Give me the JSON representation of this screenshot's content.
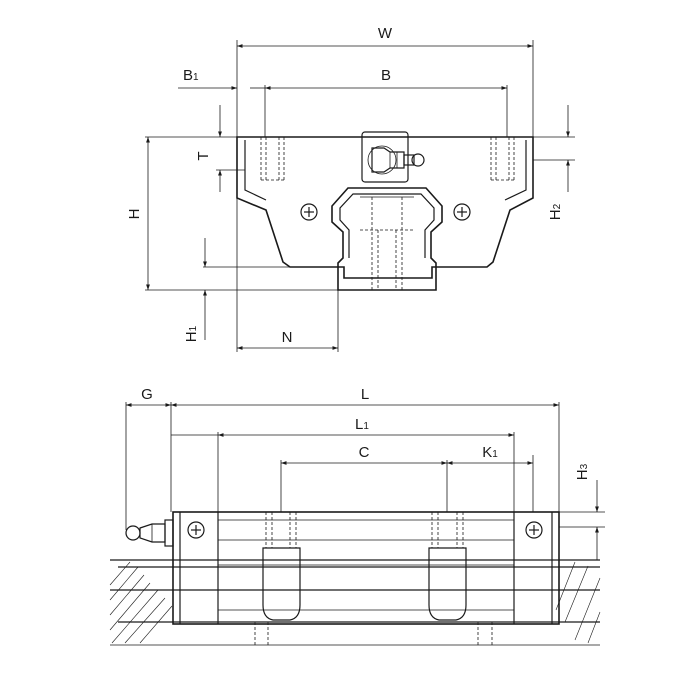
{
  "front_view": {
    "labels": {
      "W": "W",
      "B1_main": "B",
      "B1_sub": "1",
      "B": "B",
      "T": "T",
      "H": "H",
      "H2_main": "H",
      "H2_sub": "2",
      "H1_main": "H",
      "H1_sub": "1",
      "N": "N"
    }
  },
  "side_view": {
    "labels": {
      "G": "G",
      "L": "L",
      "L1_main": "L",
      "L1_sub": "1",
      "C": "C",
      "K1_main": "K",
      "K1_sub": "1",
      "H3_main": "H",
      "H3_sub": "3"
    }
  },
  "colors": {
    "line": "#1a1a1a",
    "background": "#ffffff"
  }
}
